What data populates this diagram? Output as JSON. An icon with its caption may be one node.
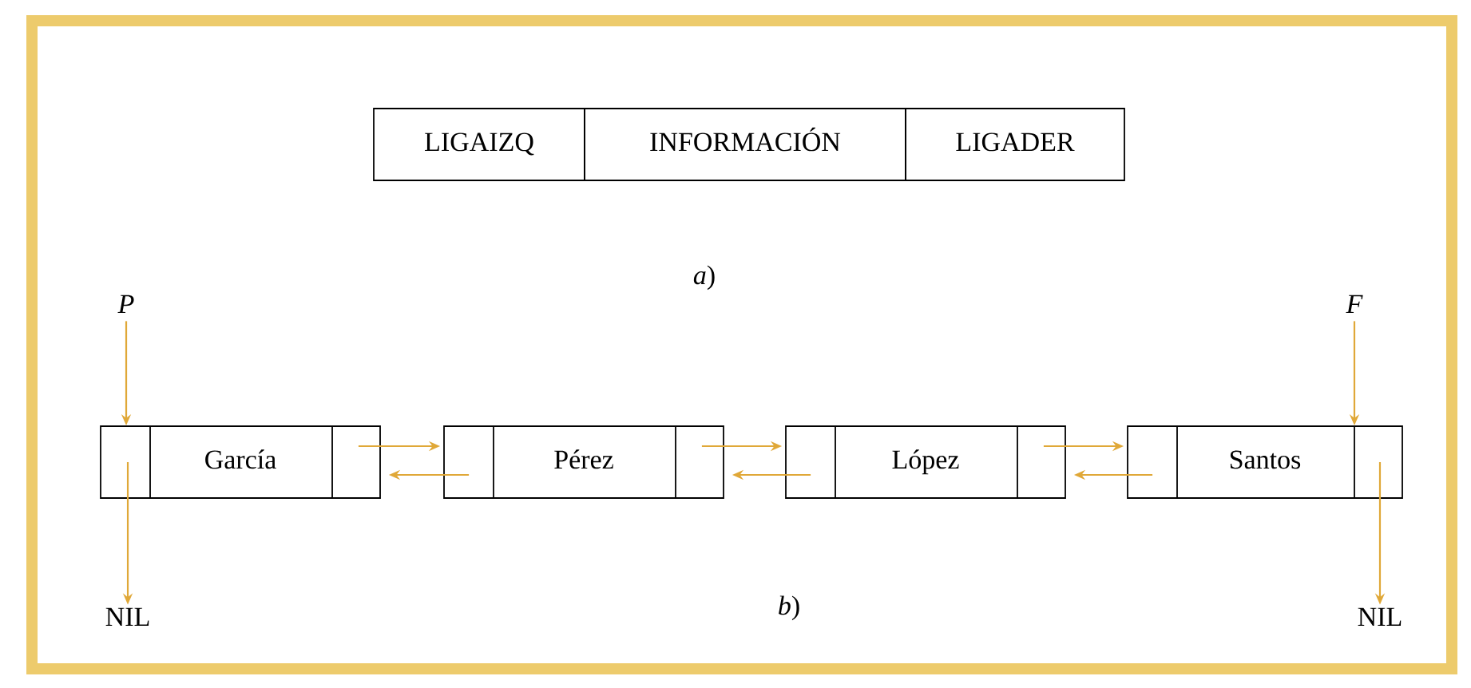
{
  "diagram": {
    "nodes": [
      {
        "text": [
          "LIGAIZQ"
        ]
      },
      {
        "text": [
          "INFORMACIÓN"
        ]
      },
      {
        "text": [
          "LIGADER"
        ]
      },
      {
        "text": [
          "P"
        ]
      },
      {
        "text": [
          "F"
        ]
      },
      {
        "text": [
          "García"
        ]
      },
      {
        "text": [
          "Pérez"
        ]
      },
      {
        "text": [
          "López"
        ]
      },
      {
        "text": [
          "Santos"
        ]
      },
      {
        "text": [
          "NIL"
        ]
      },
      {
        "text": [
          "NIL"
        ]
      }
    ],
    "edges": [
      {
        "from": 3,
        "to": 5,
        "arrow": "to"
      },
      {
        "from": 4,
        "to": 8,
        "arrow": "to"
      },
      {
        "from": 5,
        "to": 6,
        "arrow": "to"
      },
      {
        "from": 6,
        "to": 5,
        "arrow": "to"
      },
      {
        "from": 6,
        "to": 7,
        "arrow": "to"
      },
      {
        "from": 7,
        "to": 6,
        "arrow": "to"
      },
      {
        "from": 7,
        "to": 8,
        "arrow": "to"
      },
      {
        "from": 8,
        "to": 7,
        "arrow": "to"
      },
      {
        "from": 5,
        "to": 9,
        "arrow": "to"
      },
      {
        "from": 8,
        "to": 10,
        "arrow": "to"
      }
    ],
    "labels": [
      "*a*)",
      "*b*)"
    ]
  }
}
